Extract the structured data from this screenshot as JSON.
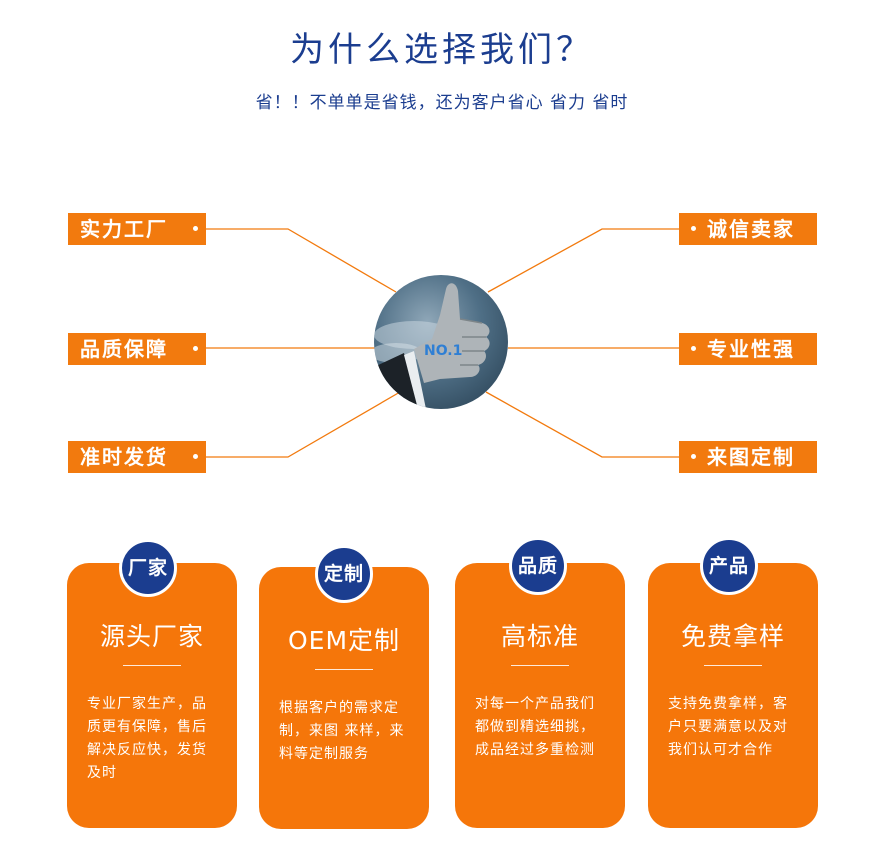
{
  "header": {
    "title": "为什么选择我们？",
    "subtitle": "省！！不单单是省钱，还为客户省心  省力  省时"
  },
  "features_left": [
    {
      "label": "实力工厂"
    },
    {
      "label": "品质保障"
    },
    {
      "label": "准时发货"
    }
  ],
  "features_right": [
    {
      "label": "诚信卖家"
    },
    {
      "label": "专业性强"
    },
    {
      "label": "来图定制"
    }
  ],
  "hub": {
    "badge_text": "NO.1"
  },
  "cards": [
    {
      "badge": "厂家",
      "title": "源头厂家",
      "text": "专业厂家生产，品质更有保障，售后解决反应快，发货及时"
    },
    {
      "badge": "定制",
      "title": "OEM定制",
      "text": "根据客户的需求定制，来图 来样，来料等定制服务"
    },
    {
      "badge": "品质",
      "title": "高标准",
      "text": "对每一个产品我们都做到精选细挑，成品经过多重检测"
    },
    {
      "badge": "产品",
      "title": "免费拿样",
      "text": "支持免费拿样，客户只要满意以及对我们认可才合作"
    }
  ],
  "colors": {
    "accent_orange": "#f27a0e",
    "brand_blue": "#1b3d8f"
  }
}
